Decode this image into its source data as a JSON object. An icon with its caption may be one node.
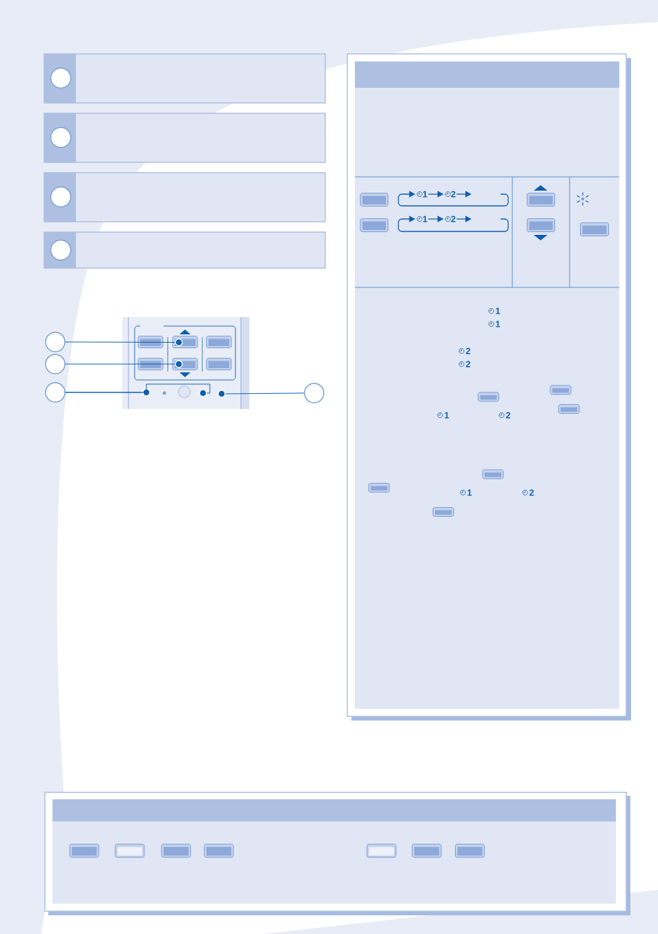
{
  "diagram": {
    "nodes": [
      {
        "text": [],
        "shape": "circle"
      },
      {
        "text": [],
        "shape": "circle"
      },
      {
        "text": [],
        "shape": "circle"
      },
      {
        "text": [],
        "shape": "circle"
      },
      {
        "text": [],
        "shape": "circle"
      },
      {
        "text": [],
        "shape": "circle"
      },
      {
        "text": [],
        "shape": "circle"
      },
      {
        "text": [],
        "shape": "circle"
      },
      {
        "text": [],
        "shape": "circle"
      },
      {
        "text": [],
        "shape": "circle"
      },
      {
        "text": [],
        "shape": "circle"
      },
      {
        "text": [],
        "shape": "circle"
      },
      {
        "text": [],
        "shape": "circle"
      },
      {
        "text": [
          "1"
        ]
      },
      {
        "text": [
          "2"
        ]
      },
      {
        "text": [
          "1"
        ]
      },
      {
        "text": [
          "2"
        ]
      }
    ],
    "edges": [
      {
        "from": 4,
        "to": 8,
        "arrow": "none"
      },
      {
        "from": 5,
        "to": 9,
        "arrow": "none"
      },
      {
        "from": 6,
        "to": 10,
        "arrow": "none"
      },
      {
        "from": 6,
        "to": 11,
        "arrow": "none"
      },
      {
        "from": 7,
        "to": 12,
        "arrow": "none"
      },
      {
        "from": null,
        "to": 13,
        "arrow": "to"
      },
      {
        "from": 13,
        "to": 14,
        "arrow": "to"
      },
      {
        "from": 14,
        "to": null,
        "arrow": "to"
      },
      {
        "from": null,
        "to": 15,
        "arrow": "to"
      },
      {
        "from": 15,
        "to": 16,
        "arrow": "to"
      },
      {
        "from": 16,
        "to": null,
        "arrow": "to"
      }
    ],
    "labels": [
      "1",
      "1",
      "2",
      "2",
      "1",
      "2",
      "1",
      "2"
    ]
  }
}
